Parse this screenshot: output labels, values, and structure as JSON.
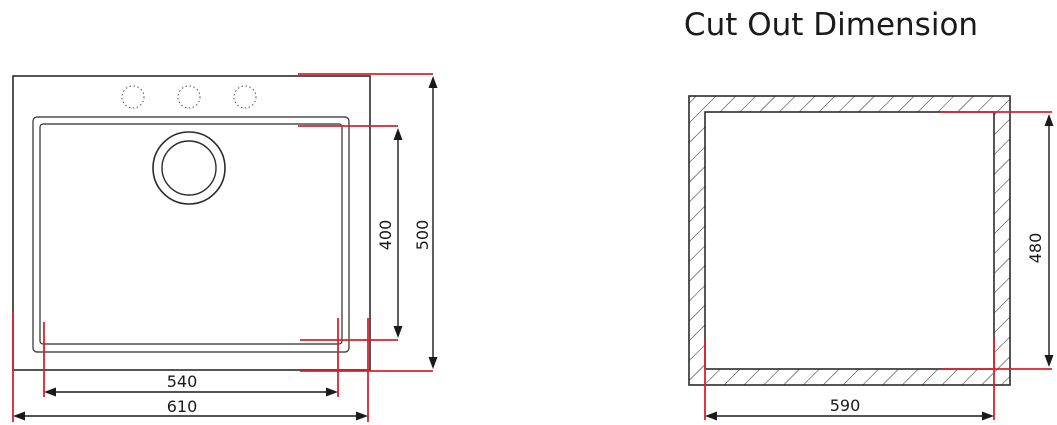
{
  "cutout": {
    "title": "Cut Out Dimension",
    "width_label": "590",
    "height_label": "480"
  },
  "sink": {
    "outer_width_label": "610",
    "bowl_width_label": "540",
    "outer_height_label": "500",
    "bowl_height_label": "400",
    "tap_holes": 3
  },
  "colors": {
    "dimension_marker": "#e0202a",
    "outline": "#2b2b2b"
  }
}
